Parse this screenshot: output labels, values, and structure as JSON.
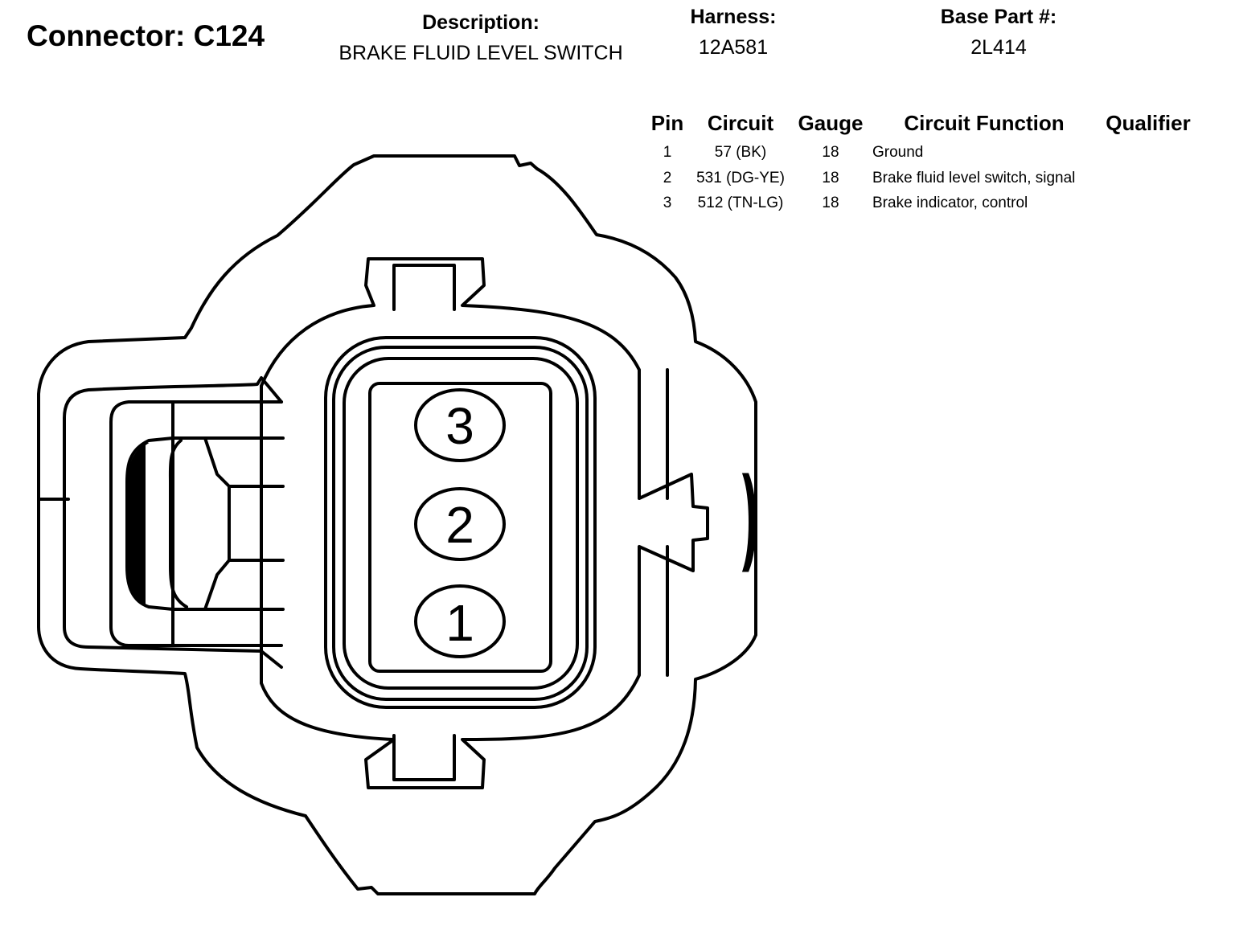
{
  "connector": {
    "title": "Connector: C124",
    "description_label": "Description:",
    "description_value": "BRAKE FLUID LEVEL SWITCH",
    "harness_label": "Harness:",
    "harness_value": "12A581",
    "base_part_label": "Base Part #:",
    "base_part_value": "2L414"
  },
  "table": {
    "headers": {
      "pin": "Pin",
      "circuit": "Circuit",
      "gauge": "Gauge",
      "function": "Circuit Function",
      "qualifier": "Qualifier"
    },
    "rows": [
      {
        "pin": "1",
        "circuit": "57 (BK)",
        "gauge": "18",
        "function": "Ground",
        "qualifier": ""
      },
      {
        "pin": "2",
        "circuit": "531 (DG-YE)",
        "gauge": "18",
        "function": "Brake fluid level switch, signal",
        "qualifier": ""
      },
      {
        "pin": "3",
        "circuit": "512 (TN-LG)",
        "gauge": "18",
        "function": "Brake indicator, control",
        "qualifier": ""
      }
    ]
  },
  "diagram": {
    "pins": [
      {
        "label": "3"
      },
      {
        "label": "2"
      },
      {
        "label": "1"
      }
    ],
    "line_color": "#000000",
    "fill_color": "#ffffff"
  }
}
